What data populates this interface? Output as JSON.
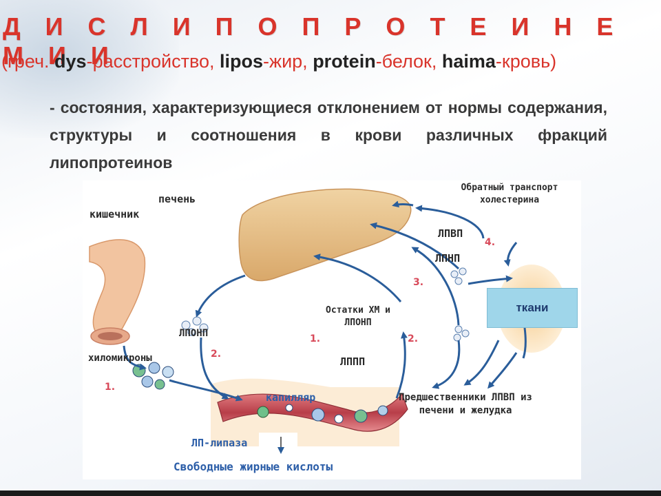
{
  "title": "Д И С Л И П О П Р О Т Е И Н Е М И И",
  "etymology": {
    "open": "(греч. ",
    "dys": "dys",
    "dys_meaning": "-расстройство, ",
    "lipos": "lipos",
    "lipos_meaning": "-жир, ",
    "protein": "protein",
    "protein_meaning": "-белок, ",
    "haima": "haima",
    "haima_meaning": "-кровь)"
  },
  "definition": "- состояния, характеризующиеся отклонением от нормы содержания, структуры и соотношения в крови различных фракций липопротеинов",
  "diagram": {
    "liver_label": "печень",
    "intestine_label": "кишечник",
    "reverse_transport_label": "Обратный транспорт холестерина",
    "hdl_label": "ЛПВП",
    "ldl_label": "ЛПНП",
    "remnants_label": "Остатки ХМ и ЛПОНП",
    "vldl_label": "ЛПОНП",
    "chylomicrons_label": "хиломикроны",
    "idl_label": "ЛППП",
    "capillary_label": "капилляр",
    "lipase_label": "ЛП-липаза",
    "ffa_label": "Свободные жирные кислоты",
    "precursors_label": "Предшественники ЛПВП из печени и желудка",
    "tissues_label": "ткани",
    "step1a": "1.",
    "step1b": "1.",
    "step2a": "2.",
    "step2b": "2.",
    "step3": "3.",
    "step4": "4."
  },
  "colors": {
    "title_red": "#d9342b",
    "arrow_blue": "#2a5d9a",
    "liver_tan": "#e7c48f",
    "capillary_red": "#c8505a",
    "tissue_blue": "#9fd6ea"
  }
}
